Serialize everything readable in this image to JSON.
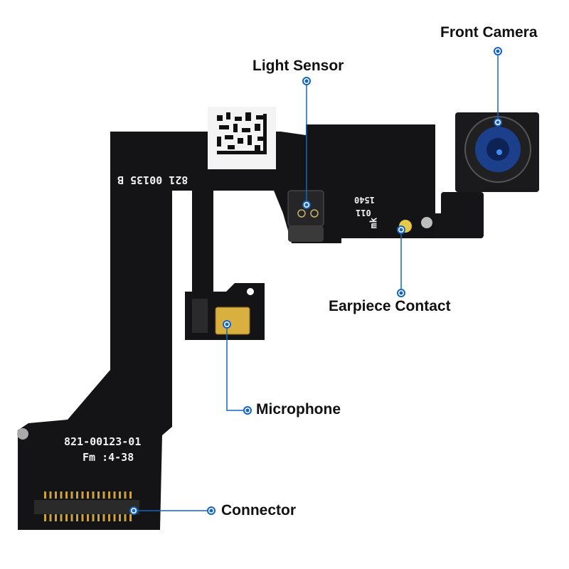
{
  "title": "Front Camera Flex Cable Diagram",
  "labels": {
    "front_camera": "Front Camera",
    "light_sensor": "Light Sensor",
    "earpiece_contact": "Earpiece Contact",
    "microphone": "Microphone",
    "connector": "Connector"
  },
  "pcb_markings": {
    "top_part_number": "821 00135 B",
    "bottom_part_number": "821-00123-01",
    "bottom_date_code": "Fm :4-38",
    "mk_code": "mk",
    "code_011": "011",
    "code_1540": "1540"
  },
  "colors": {
    "pointer_blue": "#1565c0",
    "pcb_black": "#141416",
    "contact_gold": "#e6c84a",
    "lens_blue": "#1b3f8a"
  }
}
